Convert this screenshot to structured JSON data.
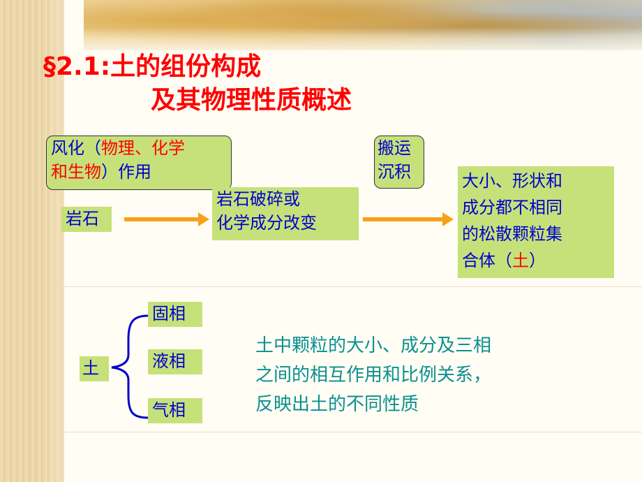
{
  "title": {
    "line1": "§2.1:土的组份构成",
    "line2": "及其物理性质概述"
  },
  "weathering": {
    "prefix": "风化（",
    "red1": "物理、化学",
    "red2": "和生物",
    "suffix": "）作用"
  },
  "transport": {
    "line1": "搬运",
    "line2": "沉积"
  },
  "rock": "岩石",
  "broken": {
    "line1": "岩石破碎或",
    "line2": "化学成分改变"
  },
  "result": {
    "line1": "大小、形状和",
    "line2": "成分都不相同",
    "line3": "的松散颗粒集",
    "line4_prefix": "合体（",
    "line4_red": "土",
    "line4_suffix": "）"
  },
  "soil": "土",
  "phases": [
    "固相",
    "液相",
    "气相"
  ],
  "description": {
    "line1": "土中颗粒的大小、成分及三相",
    "line2": "之间的相互作用和比例关系，",
    "line3": "反映出土的不同性质"
  },
  "colors": {
    "title": "#ff0000",
    "box_fill": "#c6e17a",
    "box_text": "#0000cc",
    "arrow": "#f7a11a",
    "description": "#0a8f8f"
  }
}
